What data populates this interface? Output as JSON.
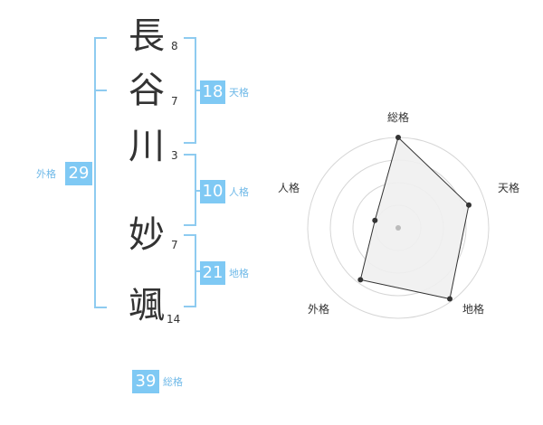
{
  "name_chars": [
    {
      "char": "長",
      "strokes": "8"
    },
    {
      "char": "谷",
      "strokes": "7"
    },
    {
      "char": "川",
      "strokes": "3"
    },
    {
      "char": "妙",
      "strokes": "7"
    },
    {
      "char": "颯",
      "strokes": "14"
    }
  ],
  "scores": {
    "tenkaku": {
      "value": "18",
      "label": "天格"
    },
    "jinkaku": {
      "value": "10",
      "label": "人格"
    },
    "chikaku": {
      "value": "21",
      "label": "地格"
    },
    "gaikaku": {
      "value": "29",
      "label": "外格"
    },
    "soukaku": {
      "value": "39",
      "label": "総格"
    }
  },
  "colors": {
    "accent": "#7fc9f4",
    "bracket": "#8ecbf0",
    "label": "#6fb9e8"
  },
  "chart_data": {
    "type": "radar",
    "axes": [
      "総格",
      "天格",
      "地格",
      "外格",
      "人格"
    ],
    "values": [
      1.0,
      0.82,
      0.97,
      0.71,
      0.27
    ],
    "rings": 4,
    "grid": true
  }
}
